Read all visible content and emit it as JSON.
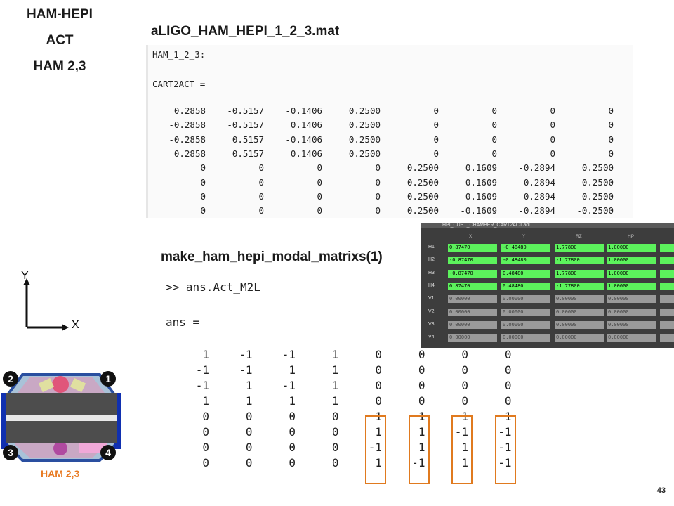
{
  "title_lines": [
    "HAM-HEPI",
    "ACT",
    "HAM 2,3"
  ],
  "file1": {
    "name": "aLIGO_HAM_HEPI_1_2_3.mat",
    "var_line": "HAM_1_2_3:",
    "assign_line": "CART2ACT =",
    "rows": [
      [
        "0.2858",
        "-0.5157",
        "-0.1406",
        "0.2500",
        "0",
        "0",
        "0",
        "0"
      ],
      [
        "-0.2858",
        "-0.5157",
        "0.1406",
        "0.2500",
        "0",
        "0",
        "0",
        "0"
      ],
      [
        "-0.2858",
        "0.5157",
        "-0.1406",
        "0.2500",
        "0",
        "0",
        "0",
        "0"
      ],
      [
        "0.2858",
        "0.5157",
        "0.1406",
        "0.2500",
        "0",
        "0",
        "0",
        "0"
      ],
      [
        "0",
        "0",
        "0",
        "0",
        "0.2500",
        "0.1609",
        "-0.2894",
        "0.2500"
      ],
      [
        "0",
        "0",
        "0",
        "0",
        "0.2500",
        "0.1609",
        "0.2894",
        "-0.2500"
      ],
      [
        "0",
        "0",
        "0",
        "0",
        "0.2500",
        "-0.1609",
        "0.2894",
        "0.2500"
      ],
      [
        "0",
        "0",
        "0",
        "0",
        "0.2500",
        "-0.1609",
        "-0.2894",
        "-0.2500"
      ]
    ]
  },
  "file2": {
    "name": "make_ham_hepi_modal_matrixs(1)",
    "cmd_line": ">> ans.Act_M2L",
    "assign_line": "ans =",
    "rows": [
      [
        "1",
        "-1",
        "-1",
        "1",
        "0",
        "0",
        "0",
        "0"
      ],
      [
        "-1",
        "-1",
        "1",
        "1",
        "0",
        "0",
        "0",
        "0"
      ],
      [
        "-1",
        "1",
        "-1",
        "1",
        "0",
        "0",
        "0",
        "0"
      ],
      [
        "1",
        "1",
        "1",
        "1",
        "0",
        "0",
        "0",
        "0"
      ],
      [
        "0",
        "0",
        "0",
        "0",
        "1",
        "1",
        "1",
        "1"
      ],
      [
        "0",
        "0",
        "0",
        "0",
        "1",
        "1",
        "-1",
        "-1"
      ],
      [
        "0",
        "0",
        "0",
        "0",
        "-1",
        "1",
        "1",
        "-1"
      ],
      [
        "0",
        "0",
        "0",
        "0",
        "1",
        "-1",
        "1",
        "-1"
      ]
    ]
  },
  "axes": {
    "y": "Y",
    "x": "X"
  },
  "epics": {
    "title": "HPI_CUST_CHAMBER_CART2ACT.adl",
    "headers": [
      "X",
      "Y",
      "RZ",
      "HP"
    ],
    "rows": [
      {
        "label": "H1",
        "vals": [
          "0.87470",
          "-0.48480",
          "1.77800",
          "1.00000"
        ],
        "color": "g"
      },
      {
        "label": "H2",
        "vals": [
          "-0.87470",
          "-0.48480",
          "-1.77800",
          "1.00000"
        ],
        "color": "g"
      },
      {
        "label": "H3",
        "vals": [
          "-0.87470",
          "0.48480",
          "1.77800",
          "1.00000"
        ],
        "color": "g"
      },
      {
        "label": "H4",
        "vals": [
          "0.87470",
          "0.48480",
          "-1.77800",
          "1.00000"
        ],
        "color": "g"
      },
      {
        "label": "V1",
        "vals": [
          "0.00000",
          "0.00000",
          "0.00000",
          "0.00000"
        ],
        "color": "y"
      },
      {
        "label": "V2",
        "vals": [
          "0.00000",
          "0.00000",
          "0.00000",
          "0.00000"
        ],
        "color": "y"
      },
      {
        "label": "V3",
        "vals": [
          "0.00000",
          "0.00000",
          "0.00000",
          "0.00000"
        ],
        "color": "y"
      },
      {
        "label": "V4",
        "vals": [
          "0.00000",
          "0.00000",
          "0.00000",
          "0.00000"
        ],
        "color": "y"
      }
    ]
  },
  "chamber": {
    "badges": [
      "2",
      "1",
      "3",
      "4"
    ],
    "label": "HAM 2,3"
  },
  "page_number": "43",
  "colors": {
    "highlight": "#e07a1f",
    "green_field": "#5cf25c",
    "orange_label": "#e87a22"
  }
}
